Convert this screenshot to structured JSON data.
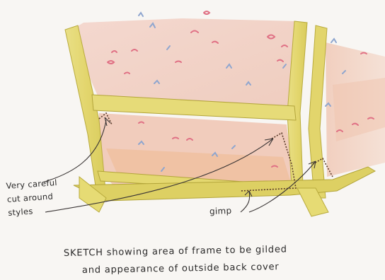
{
  "annotations": {
    "styles_label": [
      "Very careful",
      "cut around",
      "styles"
    ],
    "gimp_label": "gimp"
  },
  "caption": {
    "line1": "SKETCH showing area of frame to be gilded",
    "line2": "and appearance of outside back cover"
  }
}
